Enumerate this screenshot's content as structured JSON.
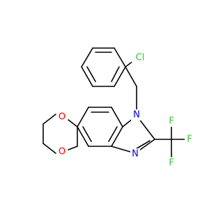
{
  "colors": {
    "bond": "#000000",
    "O": "#ff0000",
    "N": "#0000ff",
    "F": "#33cc33",
    "Cl": "#1fd01f"
  },
  "atoms": {
    "cl": "Cl",
    "n1": "N",
    "n3": "N",
    "o_top": "O",
    "o_bottom": "O",
    "f1": "F",
    "f2": "F",
    "f3": "F"
  }
}
